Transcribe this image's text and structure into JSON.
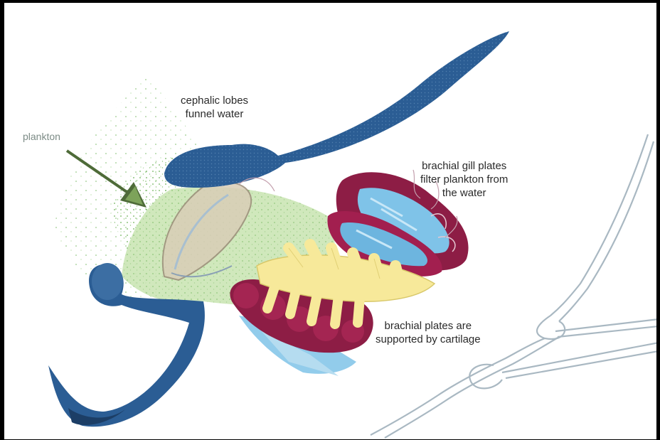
{
  "labels": {
    "plankton": "plankton",
    "cephalic": [
      "cephalic lobes",
      "funnel water"
    ],
    "gill": [
      "brachial gill plates",
      "filter plankton from",
      "the water"
    ],
    "cartilage": [
      "brachial plates are",
      "supported by cartilage"
    ]
  },
  "colors": {
    "cephalic_lobe": "#2b5d94",
    "plankton_dots": "#6cb257",
    "body_green": "#cbe6b5",
    "gill_plate_red": "#8d1d45",
    "gill_plate_blue": "#7fc3e8",
    "cartilage_yellow": "#f7e99a",
    "skeleton_line": "#a9b8c2",
    "arrow": "#4e6b38"
  }
}
